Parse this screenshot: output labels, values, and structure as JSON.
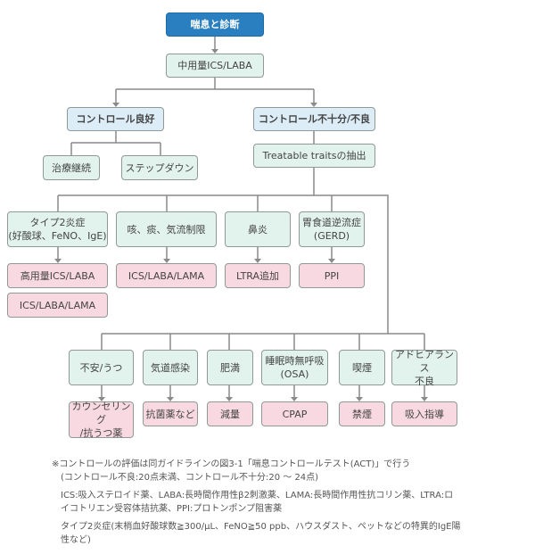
{
  "title": "喘息と診断",
  "step1": "中用量ICS/LABA",
  "good": "コントロール良好",
  "poor": "コントロール不十分/不良",
  "continue": "治療継続",
  "stepdown": "ステップダウン",
  "traits": "Treatable traitsの抽出",
  "row1": [
    {
      "trait": "タイプ2炎症\n(好酸球、FeNO、IgE)",
      "tx": [
        "高用量ICS/LABA",
        "ICS/LABA/LAMA"
      ]
    },
    {
      "trait": "咳、痰、気流制限",
      "tx": [
        "ICS/LABA/LAMA"
      ]
    },
    {
      "trait": "鼻炎",
      "tx": [
        "LTRA追加"
      ]
    },
    {
      "trait": "胃食道逆流症\n(GERD)",
      "tx": [
        "PPI"
      ]
    }
  ],
  "row2": [
    {
      "trait": "不安/うつ",
      "tx": "カウンセリング\n/抗うつ薬"
    },
    {
      "trait": "気道感染",
      "tx": "抗菌薬など"
    },
    {
      "trait": "肥満",
      "tx": "減量"
    },
    {
      "trait": "睡眠時無呼吸\n(OSA)",
      "tx": "CPAP"
    },
    {
      "trait": "喫煙",
      "tx": "禁煙"
    },
    {
      "trait": "アドヒアランス\n不良",
      "tx": "吸入指導"
    }
  ],
  "notes": [
    "※コントロールの評価は同ガイドラインの図3-1「喘息コントロールテスト(ACT)」で行う",
    "(コントロール不良:20点未満、コントロール不十分:20 〜 24点)",
    "ICS:吸入ステロイド薬、LABA:長時間作用性β2刺激薬、LAMA:長時間作用性抗コリン薬、LTRA:ロイコトリエン受容体拮抗薬、PPI:プロトンポンプ阻害薬",
    "タイプ2炎症(末梢血好酸球数≧300/μL、FeNO≧50 ppb、ハウスダスト、ペットなどの特異的IgE陽性など)"
  ],
  "colors": {
    "title": "#2a7fc0",
    "trait": "#e2f2ec",
    "treatment": "#f8d9e1",
    "control": "#dcedf8",
    "line": "#8a8a8a"
  }
}
